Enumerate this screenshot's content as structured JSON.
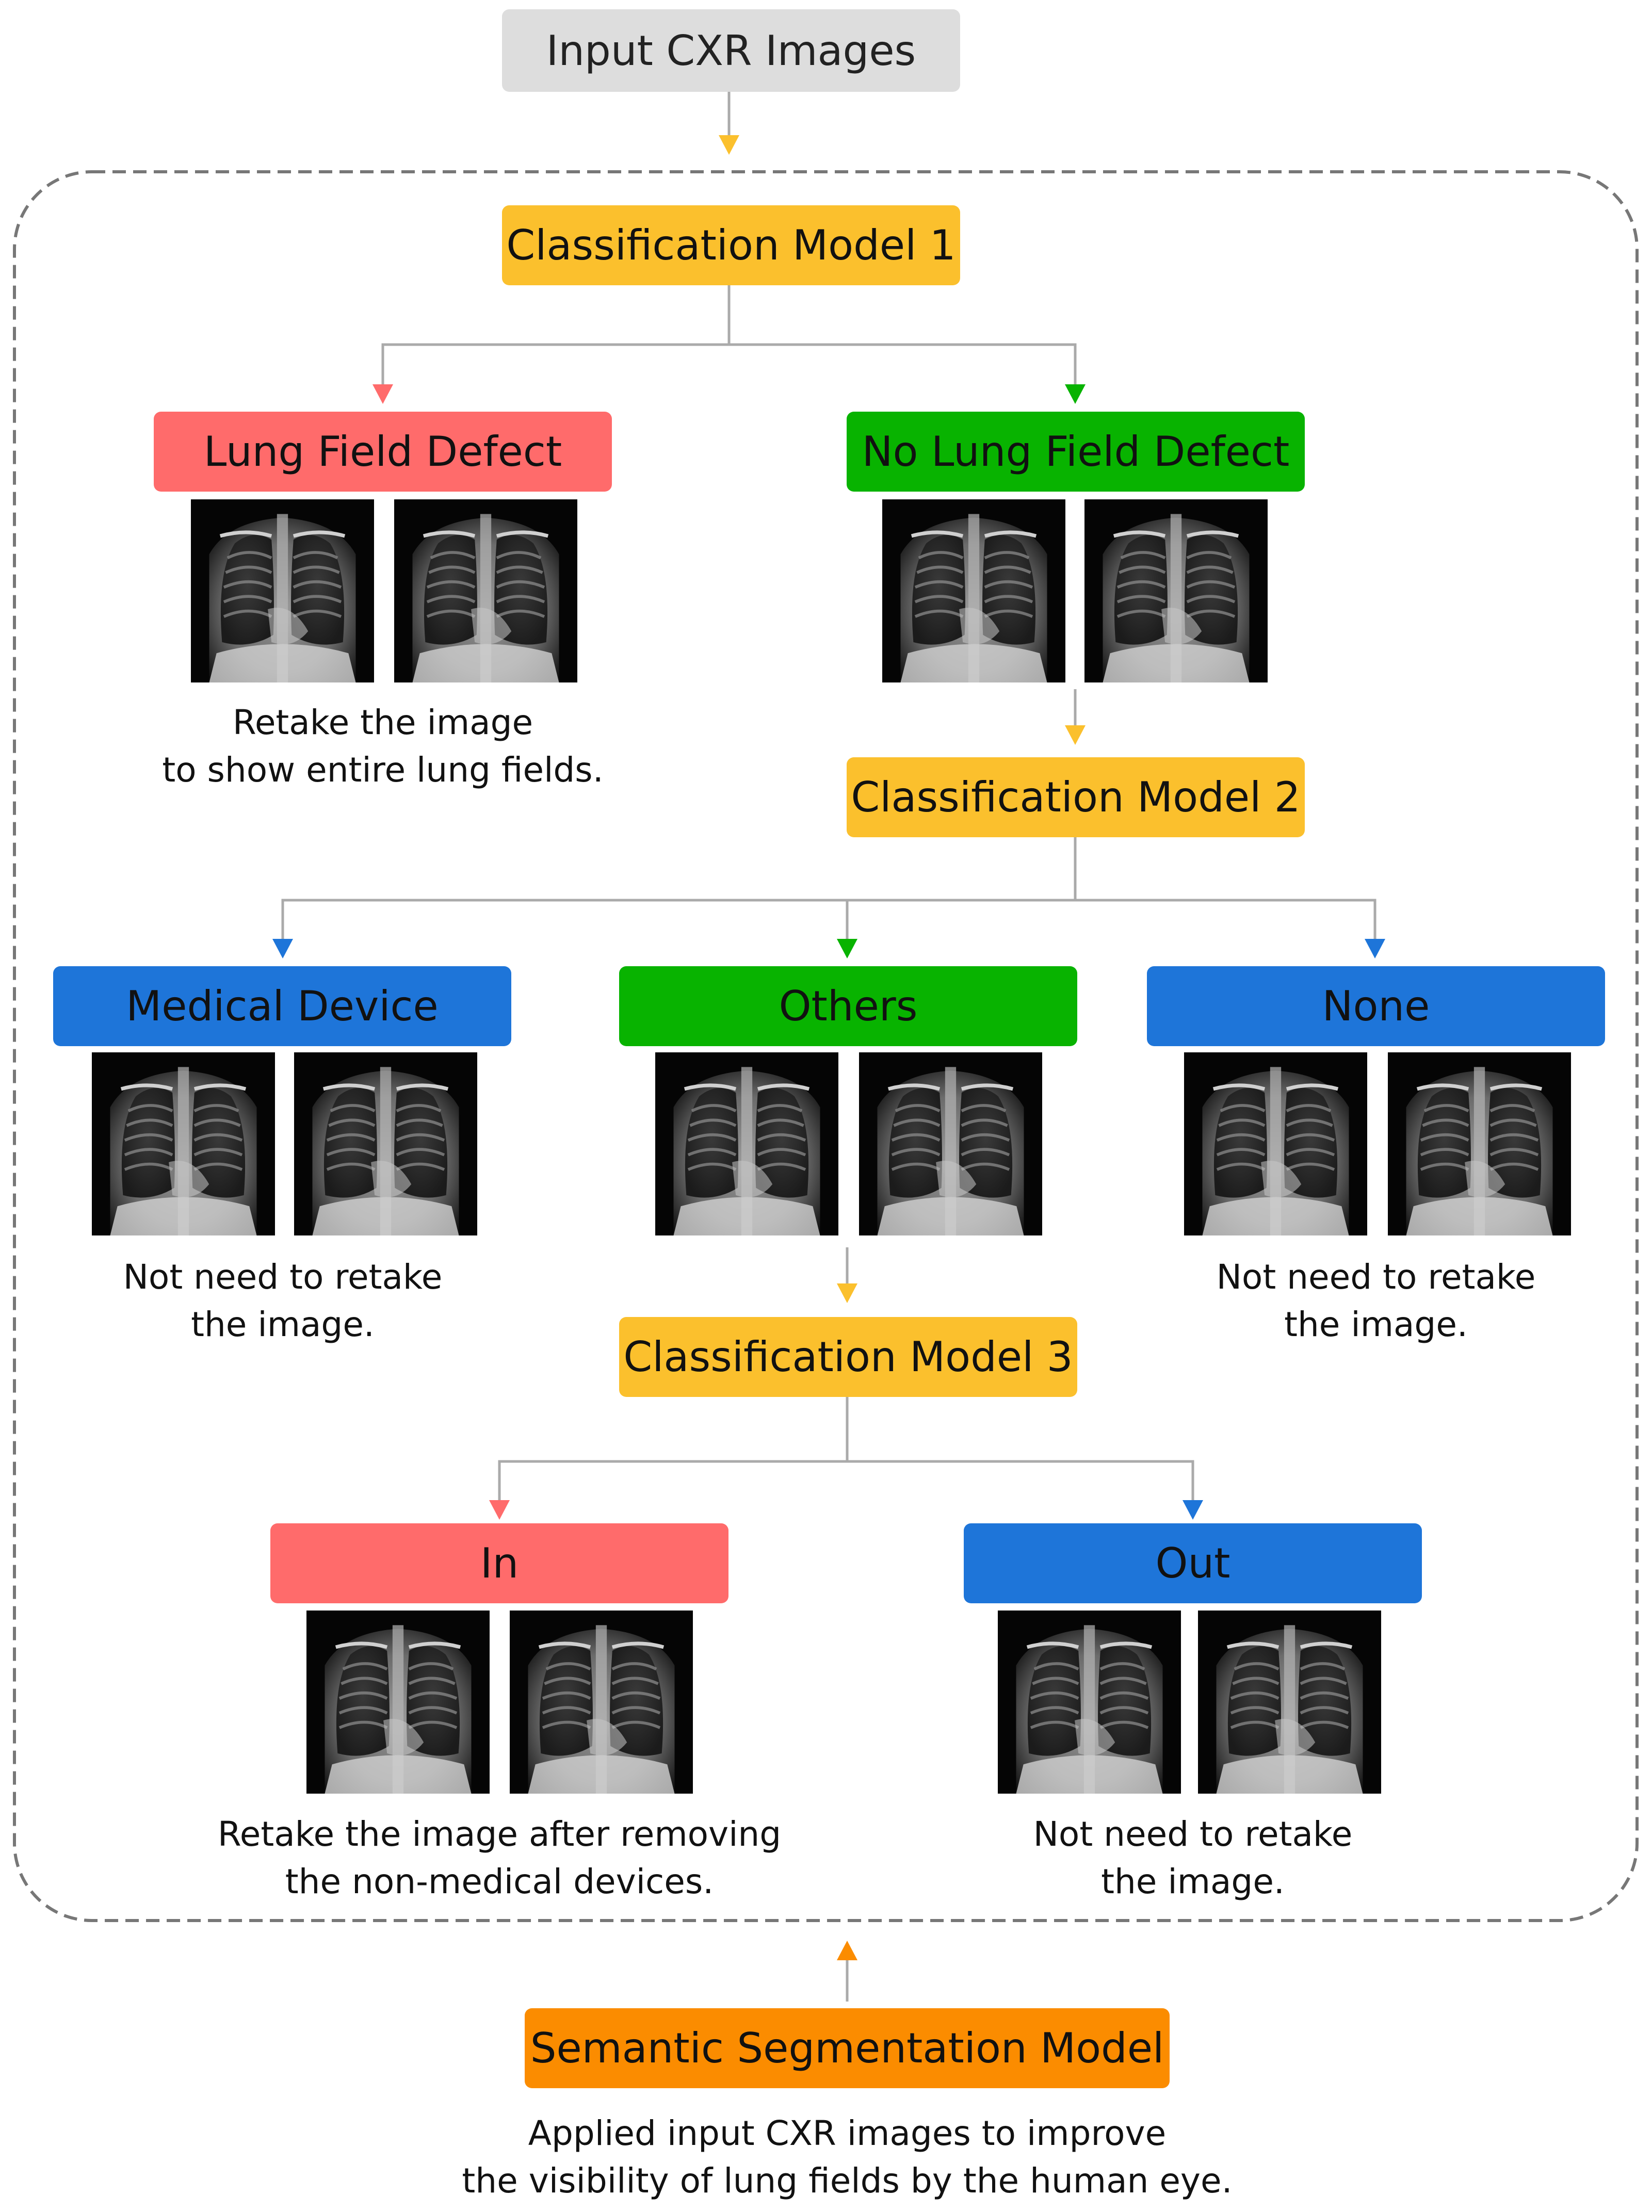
{
  "colors": {
    "gray": "#dddddd",
    "yellow": "#fbc02d",
    "red": "#ff6b6b",
    "green": "#08b300",
    "blue": "#1e75d9",
    "orange": "#fb8c00",
    "connector": "#aaaaaa",
    "dashed_border": "#777777"
  },
  "input_box": {
    "label": "Input CXR Images"
  },
  "model1": {
    "label": "Classification Model 1"
  },
  "lung_field_defect": {
    "label": "Lung Field Defect",
    "caption_line1": "Retake the image",
    "caption_line2": "to show entire lung fields."
  },
  "no_lung_field_defect": {
    "label": "No Lung Field Defect"
  },
  "model2": {
    "label": "Classification Model 2"
  },
  "medical_device": {
    "label": "Medical Device",
    "caption_line1": "Not need to retake",
    "caption_line2": "the image."
  },
  "others": {
    "label": "Others"
  },
  "none": {
    "label": "None",
    "caption_line1": "Not need to retake",
    "caption_line2": "the image."
  },
  "model3": {
    "label": "Classification Model 3"
  },
  "in": {
    "label": "In",
    "caption_line1": "Retake the image after removing",
    "caption_line2": "the non-medical devices."
  },
  "out": {
    "label": "Out",
    "caption_line1": "Not need to retake",
    "caption_line2": "the image."
  },
  "segmentation": {
    "label": "Semantic Segmentation Model",
    "caption_line1": "Applied input CXR images to improve",
    "caption_line2": "the visibility of lung fields by the human eye."
  }
}
